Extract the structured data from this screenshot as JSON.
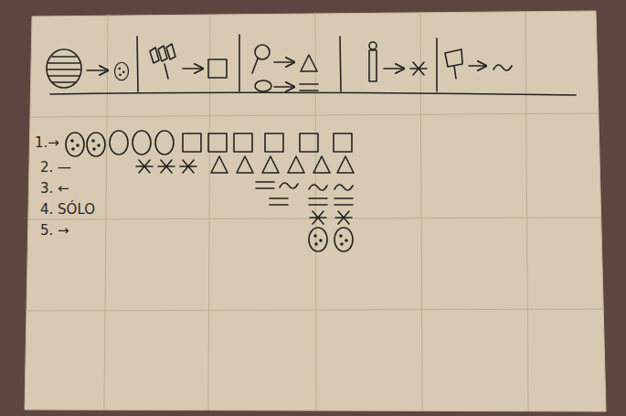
{
  "diagram": {
    "labels": [
      "1.→",
      "2. —",
      "3. ←",
      "4. SÓLO",
      "5. →"
    ]
  }
}
